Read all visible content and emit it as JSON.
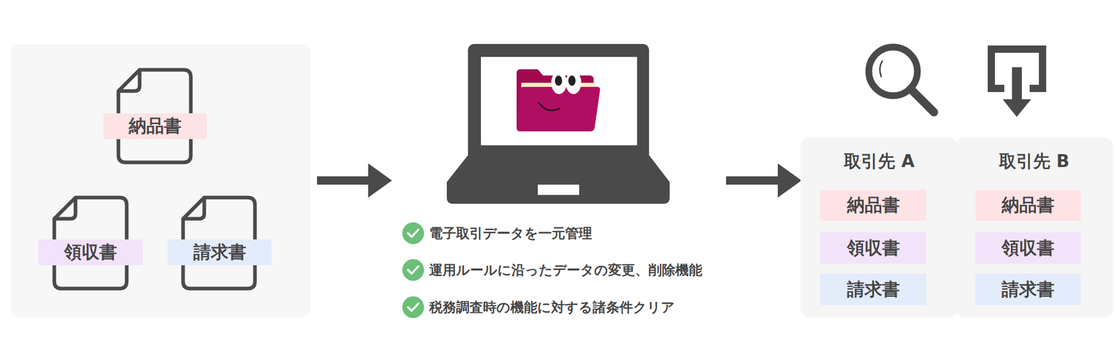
{
  "diagram": {
    "nodes": [
      {
        "text": [
          "納品書"
        ]
      },
      {
        "text": [
          "領収書"
        ]
      },
      {
        "text": [
          "請求書"
        ]
      },
      {
        "text": [
          "取引先 A"
        ]
      },
      {
        "text": [
          "納品書"
        ],
        "in": 3
      },
      {
        "text": [
          "領収書"
        ],
        "in": 3
      },
      {
        "text": [
          "請求書"
        ],
        "in": 3
      },
      {
        "text": [
          "取引先 B"
        ]
      },
      {
        "text": [
          "納品書"
        ],
        "in": 7
      },
      {
        "text": [
          "領収書"
        ],
        "in": 7
      },
      {
        "text": [
          "請求書"
        ],
        "in": 7
      }
    ],
    "labels": [
      "電子取引データを一元管理",
      "運用ルールに沿ったデータの変更、削除機能",
      "税務調査時の機能に対する諸条件クリア"
    ]
  }
}
